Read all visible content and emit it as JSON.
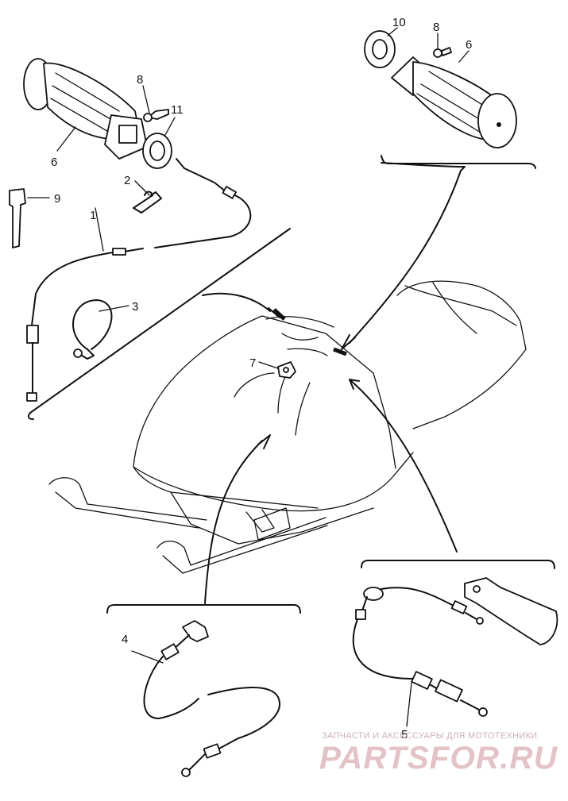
{
  "callouts": {
    "c1": "1",
    "c2": "2",
    "c3": "3",
    "c4": "4",
    "c5": "5",
    "c6a": "6",
    "c6b": "6",
    "c7": "7",
    "c8a": "8",
    "c8b": "8",
    "c9": "9",
    "c10": "10",
    "c11": "11"
  },
  "watermark": {
    "subtitle": "ЗАПЧАСТИ И АКСЕССУАРЫ ДЛЯ МОТОТЕХНИКИ",
    "logo": "PARTSFOR.RU"
  }
}
